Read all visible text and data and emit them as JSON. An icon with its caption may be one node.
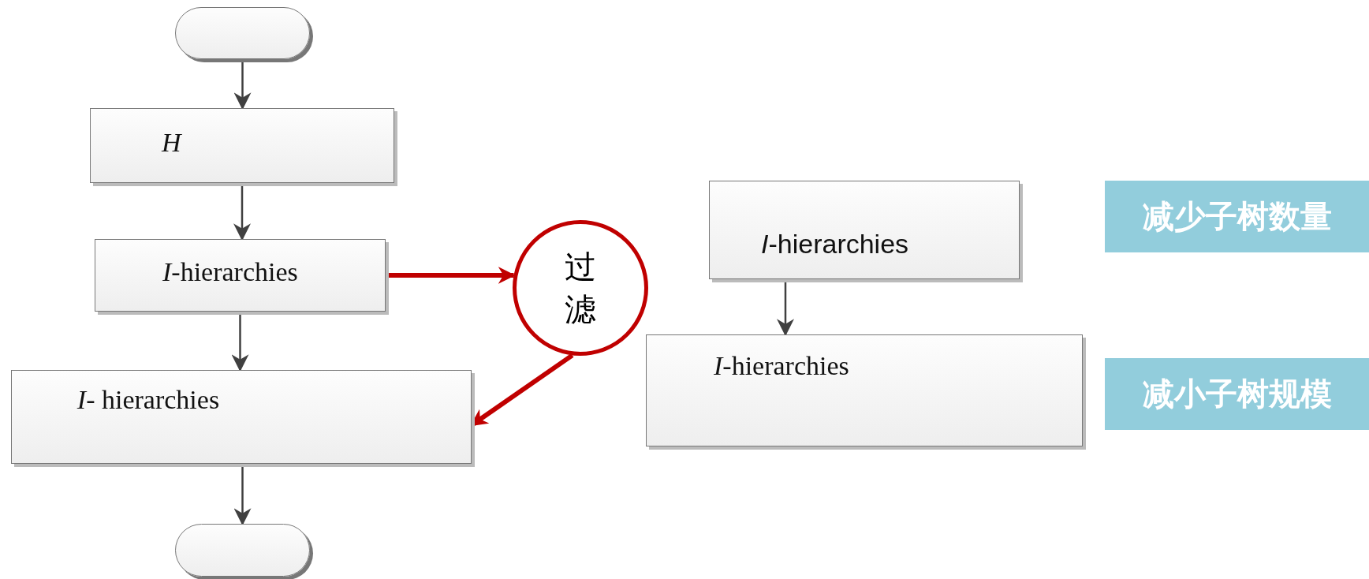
{
  "diagram": {
    "nodes": [
      {
        "text": [],
        "shape": "stadium"
      },
      {
        "text": [
          "*H*"
        ]
      },
      {
        "text": [
          "*I*-hierarchies"
        ]
      },
      {
        "text": [
          "*I*- hierarchies"
        ]
      },
      {
        "text": [],
        "shape": "stadium"
      },
      {
        "text": [
          "过滤"
        ]
      },
      {
        "text": [
          "*I*-hierarchies"
        ]
      },
      {
        "text": [
          "*I*-hierarchies"
        ]
      },
      {
        "text": [
          "减少子树数量"
        ]
      },
      {
        "text": [
          "减小子树规模"
        ]
      }
    ],
    "edges": [
      {
        "from": 0,
        "to": 1,
        "arrow": "to"
      },
      {
        "from": 1,
        "to": 2,
        "arrow": "to"
      },
      {
        "from": 2,
        "to": 3,
        "arrow": "to"
      },
      {
        "from": 3,
        "to": 4,
        "arrow": "to"
      },
      {
        "from": 2,
        "to": 5,
        "arrow": "to",
        "style": "thick",
        "color": "#c00000"
      },
      {
        "from": 5,
        "to": 3,
        "arrow": "to",
        "style": "thick",
        "color": "#c00000"
      },
      {
        "from": 6,
        "to": 7,
        "arrow": "to"
      }
    ]
  }
}
